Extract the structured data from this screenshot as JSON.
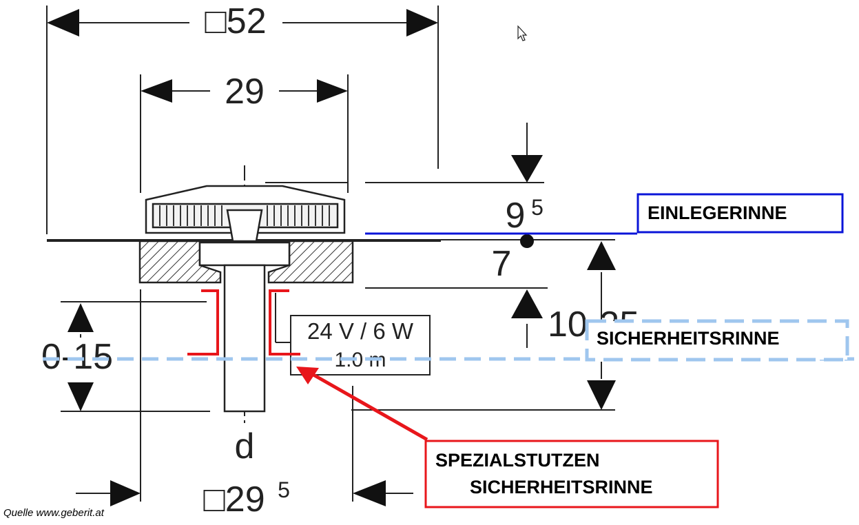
{
  "dimensions": {
    "width_total": "□52",
    "width_top": "29",
    "height_top": "9",
    "height_top_exp": "5",
    "offset": "7",
    "depth": "10-25",
    "adjust": "0-15",
    "pipe": "d",
    "bottom": "□29",
    "bottom_exp": "5"
  },
  "spec_box": {
    "line1": "24 V / 6 W",
    "line2": "1.0 m"
  },
  "labels": {
    "einlegerinne": "EINLEGERINNE",
    "sicherheitsrinne": "SICHERHEITSRINNE",
    "spezial_line1": "SPEZIALSTUTZEN",
    "spezial_line2": "SICHERHEITSRINNE"
  },
  "source": "Quelle www.geberit.at",
  "colors": {
    "blue": "#0a14d8",
    "light_blue": "#9fc6ee",
    "red": "#e8161b",
    "line": "#222222"
  },
  "icons": [
    "mouse-pointer-icon"
  ]
}
